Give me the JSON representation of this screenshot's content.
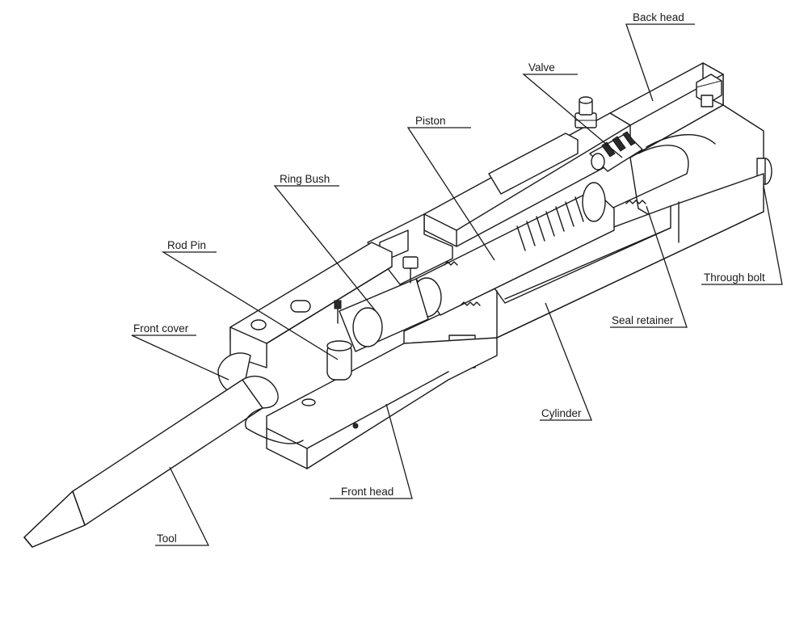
{
  "labels": {
    "back_head": "Back head",
    "valve": "Valve",
    "piston": "Piston",
    "ring_bush": "Ring Bush",
    "rod_pin": "Rod Pin",
    "front_cover": "Front cover",
    "through_bolt": "Through bolt",
    "seal_retainer": "Seal retainer",
    "cylinder": "Cylinder",
    "front_head": "Front head",
    "tool": "Tool"
  }
}
